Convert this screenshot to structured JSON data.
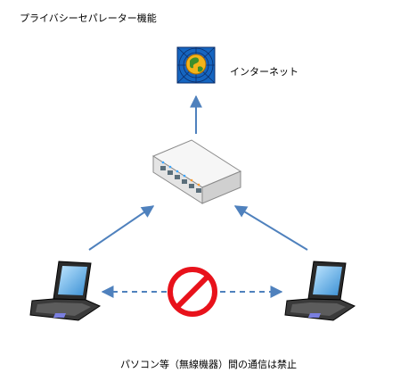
{
  "title": "プライバシーセパレーター機能",
  "internet": {
    "label": "インターネット",
    "icon": "globe-icon"
  },
  "hub": {
    "icon": "switching-hub-icon"
  },
  "clients": [
    {
      "icon": "laptop-icon"
    },
    {
      "icon": "laptop-icon"
    }
  ],
  "blocked_icon": "prohibited-icon",
  "caption": "パソコン等（無線機器）間の通信は禁止",
  "colors": {
    "arrow": "#4f81bd",
    "prohibit": "#e8121b",
    "internet_bg": "#1565c0"
  }
}
